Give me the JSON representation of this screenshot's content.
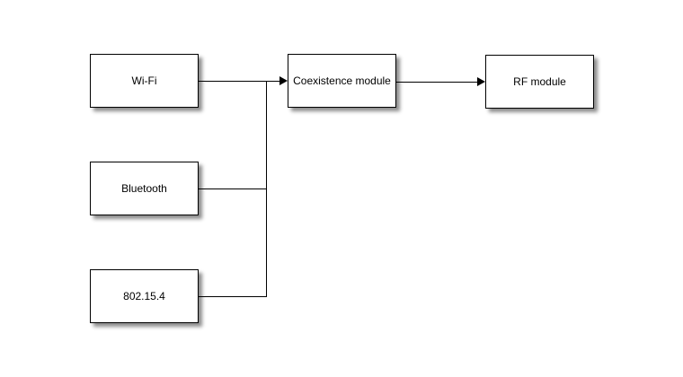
{
  "diagram": {
    "title": "",
    "nodes": [
      {
        "id": "wifi",
        "label": "Wi-Fi"
      },
      {
        "id": "bluetooth",
        "label": "Bluetooth"
      },
      {
        "id": "802154",
        "label": "802.15.4"
      },
      {
        "id": "coexistence",
        "label": "Coexistence module"
      },
      {
        "id": "rf",
        "label": "RF module"
      }
    ],
    "edges": [
      {
        "from": "wifi",
        "to": "coexistence",
        "arrow": true
      },
      {
        "from": "bluetooth",
        "to": "coexistence",
        "arrow": false
      },
      {
        "from": "802154",
        "to": "coexistence",
        "arrow": false
      },
      {
        "from": "coexistence",
        "to": "rf",
        "arrow": true
      }
    ],
    "colors": {
      "background": "#ffffff",
      "node_fill": "#ffffff",
      "node_border": "#000000",
      "edge": "#000000",
      "text": "#000000"
    }
  }
}
